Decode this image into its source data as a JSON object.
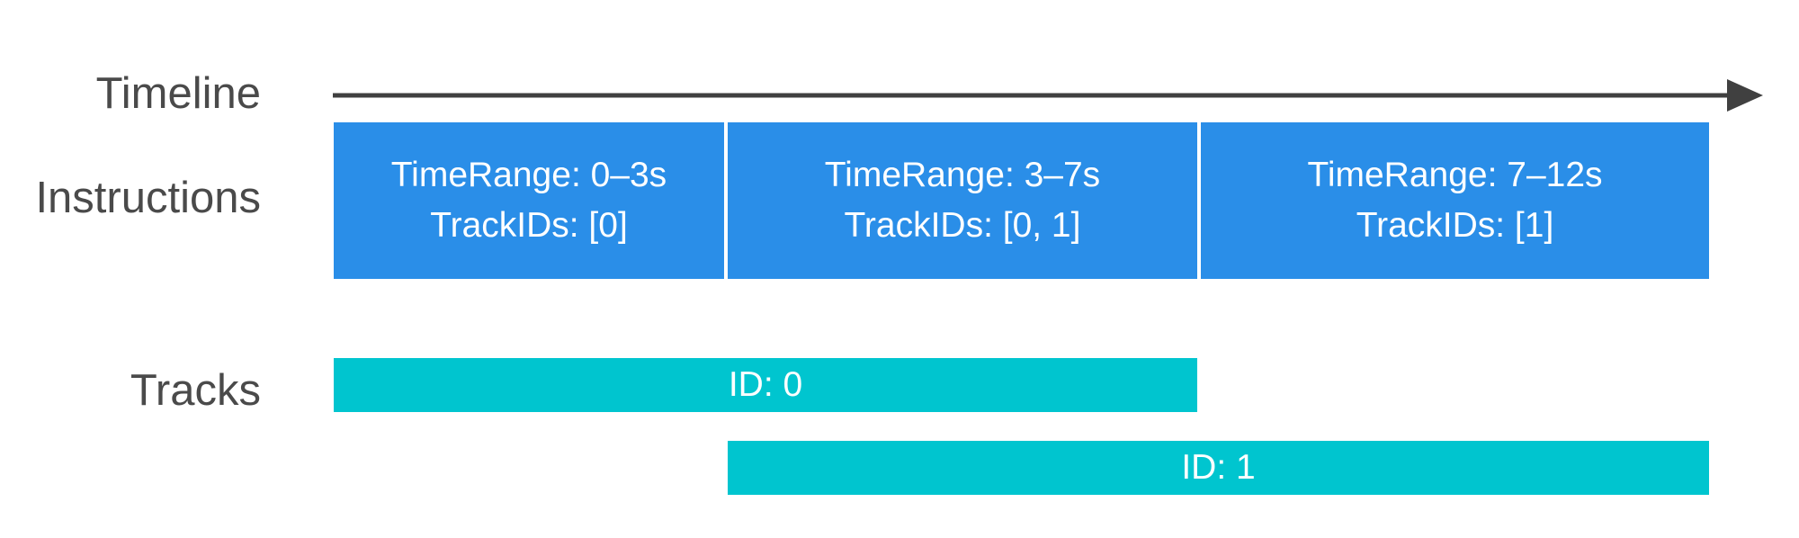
{
  "row_labels": {
    "timeline": "Timeline",
    "instructions": "Instructions",
    "tracks": "Tracks"
  },
  "instructions": [
    {
      "time_range": "TimeRange: 0–3s",
      "track_ids": "TrackIDs: [0]"
    },
    {
      "time_range": "TimeRange: 3–7s",
      "track_ids": "TrackIDs: [0, 1]"
    },
    {
      "time_range": "TimeRange: 7–12s",
      "track_ids": "TrackIDs: [1]"
    }
  ],
  "tracks": [
    {
      "label": "ID: 0"
    },
    {
      "label": "ID: 1"
    }
  ],
  "colors": {
    "instruction_fill": "#2a8ee8",
    "track_fill": "#00c5cf",
    "arrow": "#404040",
    "label_text": "#4a4a4a"
  }
}
